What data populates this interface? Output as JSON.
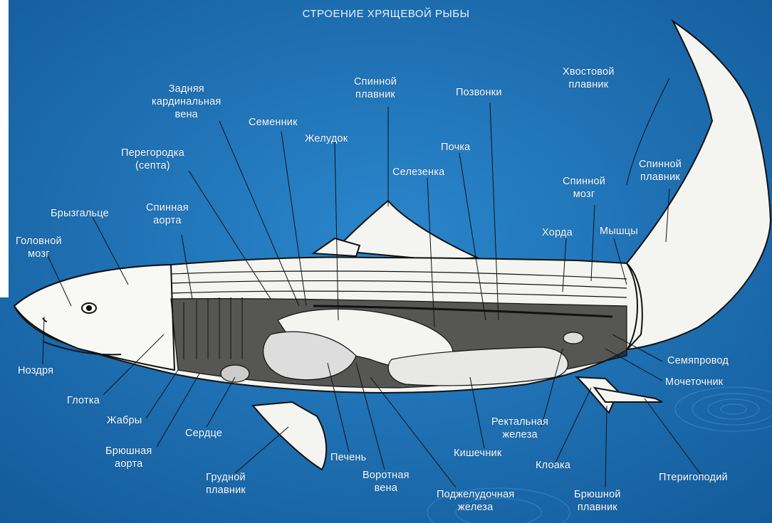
{
  "title": "СТРОЕНИЕ ХРЯЩЕВОЙ РЫБЫ",
  "colors": {
    "background": "#1a6fb5",
    "label": "#ffffff",
    "outline": "#111111",
    "fish_fill": "#f4f4f0"
  },
  "labels": {
    "caudal_fin": [
      "Хвостовой",
      "плавник"
    ],
    "dorsal_fin_1": [
      "Спинной",
      "плавник"
    ],
    "vertebrae": "Позвонки",
    "posterior_cardinal_vein": [
      "Задняя",
      "кардинальная",
      "вена"
    ],
    "testis": "Семенник",
    "stomach": "Желудок",
    "kidney": "Почка",
    "septum": [
      "Перегородка",
      "(септа)"
    ],
    "spleen": "Селезенка",
    "spinal_cord": [
      "Спинной",
      "мозг"
    ],
    "dorsal_fin_2": [
      "Спинной",
      "плавник"
    ],
    "spiracle": "Брызгальце",
    "dorsal_aorta": [
      "Спинная",
      "аорта"
    ],
    "notochord": "Хорда",
    "muscles": "Мышцы",
    "brain": [
      "Головной",
      "мозг"
    ],
    "nostril": "Ноздря",
    "sperm_duct": "Семяпровод",
    "ureter": "Мочеточник",
    "pharynx": "Глотка",
    "gills": "Жабры",
    "heart": "Сердце",
    "ventral_aorta": [
      "Брюшная",
      "аорта"
    ],
    "pectoral_fin": [
      "Грудной",
      "плавник"
    ],
    "liver": "Печень",
    "portal_vein": [
      "Воротная",
      "вена"
    ],
    "pancreas": [
      "Поджелудочная",
      "железа"
    ],
    "intestine": "Кишечник",
    "rectal_gland": [
      "Ректальная",
      "железа"
    ],
    "cloaca": "Клоака",
    "pelvic_fin": [
      "Брюшной",
      "плавник"
    ],
    "pterygopodium": "Птеригоподий"
  }
}
